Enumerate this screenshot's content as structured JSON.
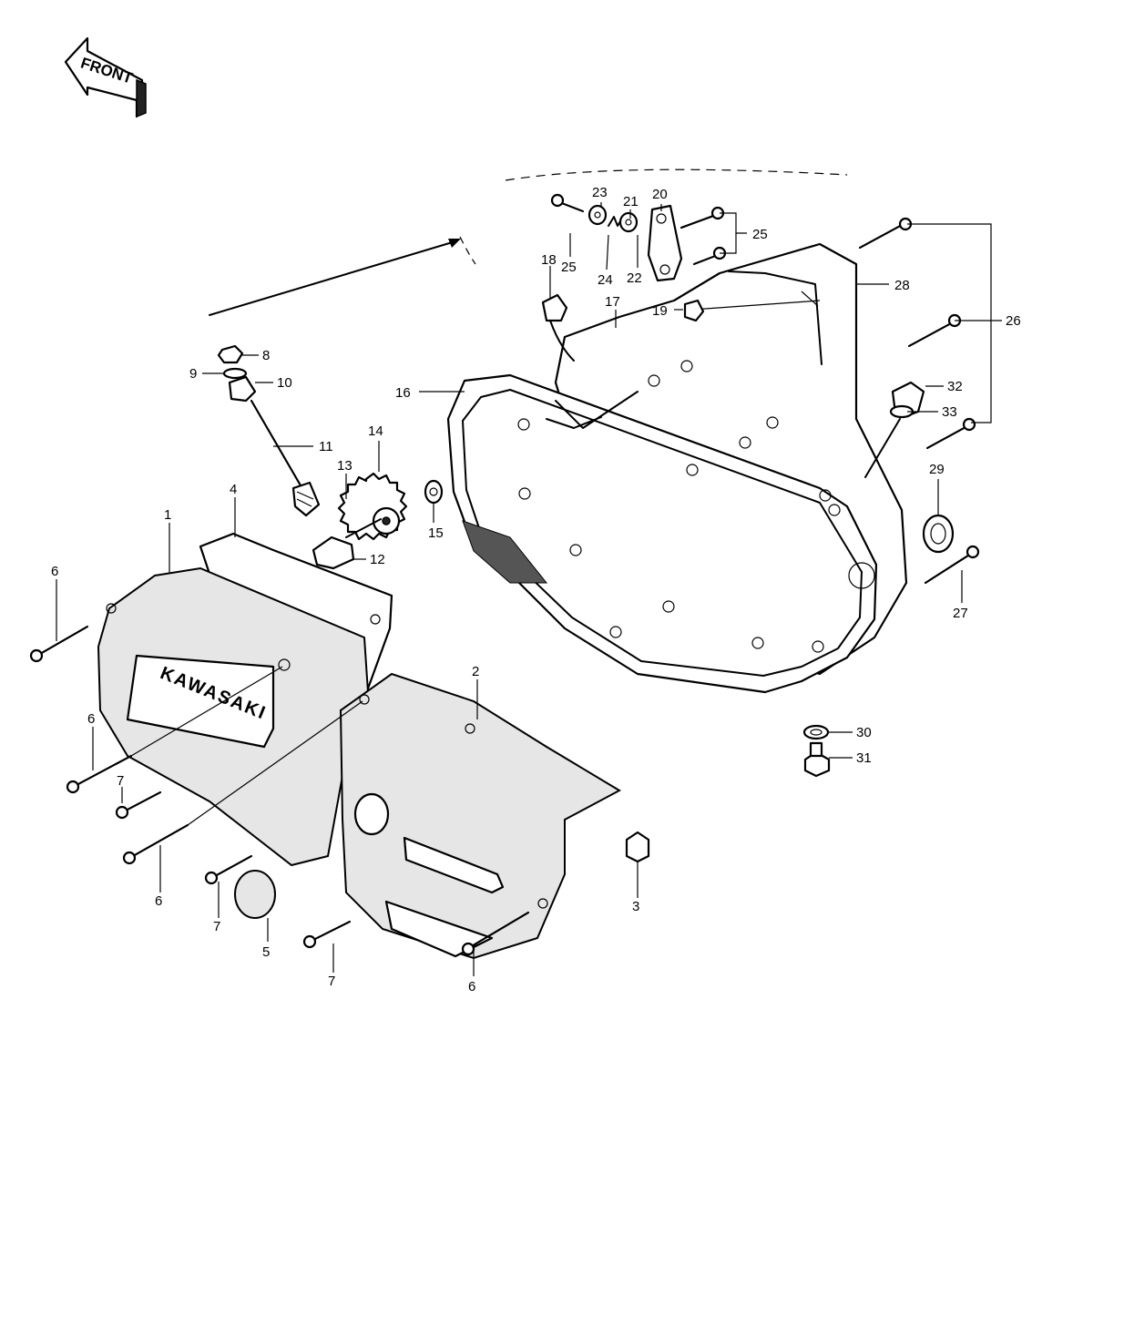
{
  "front_badge": "FRONT",
  "brand_text": "KAWASAKI",
  "callouts": {
    "c1": "1",
    "c2": "2",
    "c3": "3",
    "c4": "4",
    "c5": "5",
    "c6a": "6",
    "c6b": "6",
    "c6c": "6",
    "c6d": "6",
    "c7a": "7",
    "c7b": "7",
    "c7c": "7",
    "c8": "8",
    "c9": "9",
    "c10": "10",
    "c11": "11",
    "c12": "12",
    "c13": "13",
    "c14": "14",
    "c15": "15",
    "c16": "16",
    "c17": "17",
    "c18": "18",
    "c19": "19",
    "c20": "20",
    "c21": "21",
    "c22": "22",
    "c23": "23",
    "c24": "24",
    "c25a": "25",
    "c25b": "25",
    "c26": "26",
    "c27": "27",
    "c28": "28",
    "c29": "29",
    "c30": "30",
    "c31": "31",
    "c32": "32",
    "c33": "33"
  }
}
